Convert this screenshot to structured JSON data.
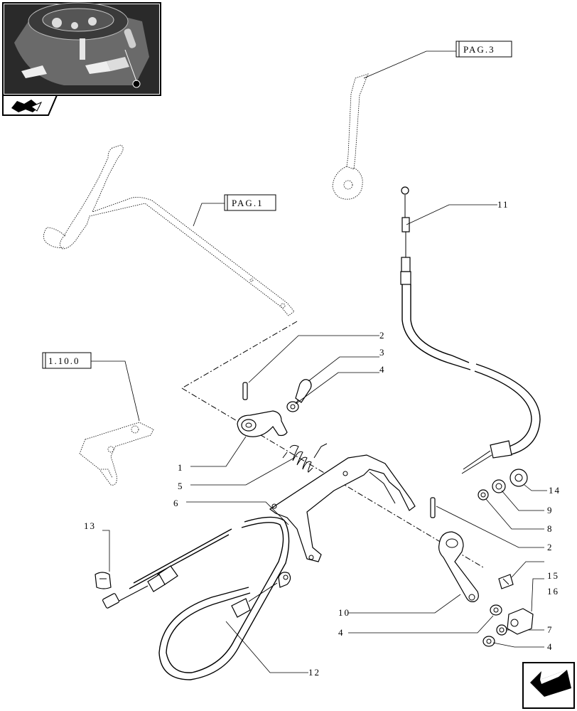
{
  "references": {
    "pag3": "PAG.3",
    "pag1": "PAG.1",
    "sec": "1.10.0"
  },
  "callouts": {
    "c1": "1",
    "c2a": "2",
    "c2b": "2",
    "c3": "3",
    "c4a": "4",
    "c4b": "4",
    "c4c": "4",
    "c5": "5",
    "c6": "6",
    "c7": "7",
    "c8": "8",
    "c9": "9",
    "c10": "10",
    "c11": "11",
    "c12": "12",
    "c13": "13",
    "c14": "14",
    "c15": "15",
    "c16": "16"
  },
  "icons": {
    "thumbnail": "tractor-cab-pedals-icon",
    "header": "book-arrow-icon",
    "nav": "previous-page-arrow-icon"
  }
}
